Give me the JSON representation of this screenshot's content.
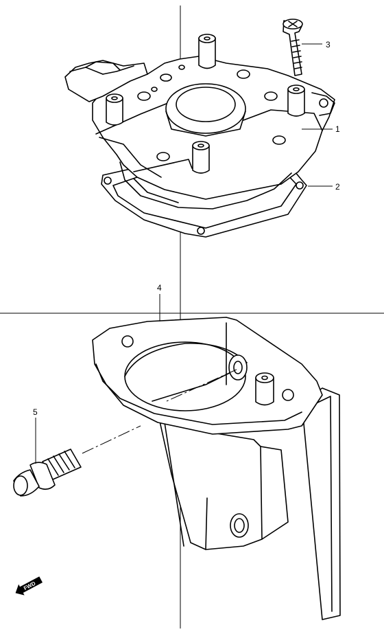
{
  "callouts": [
    {
      "id": "1",
      "text": "1"
    },
    {
      "id": "2",
      "text": "2"
    },
    {
      "id": "3",
      "text": "3"
    },
    {
      "id": "4",
      "text": "4"
    },
    {
      "id": "5",
      "text": "5"
    }
  ],
  "fwd_badge": {
    "text": "FWD"
  }
}
